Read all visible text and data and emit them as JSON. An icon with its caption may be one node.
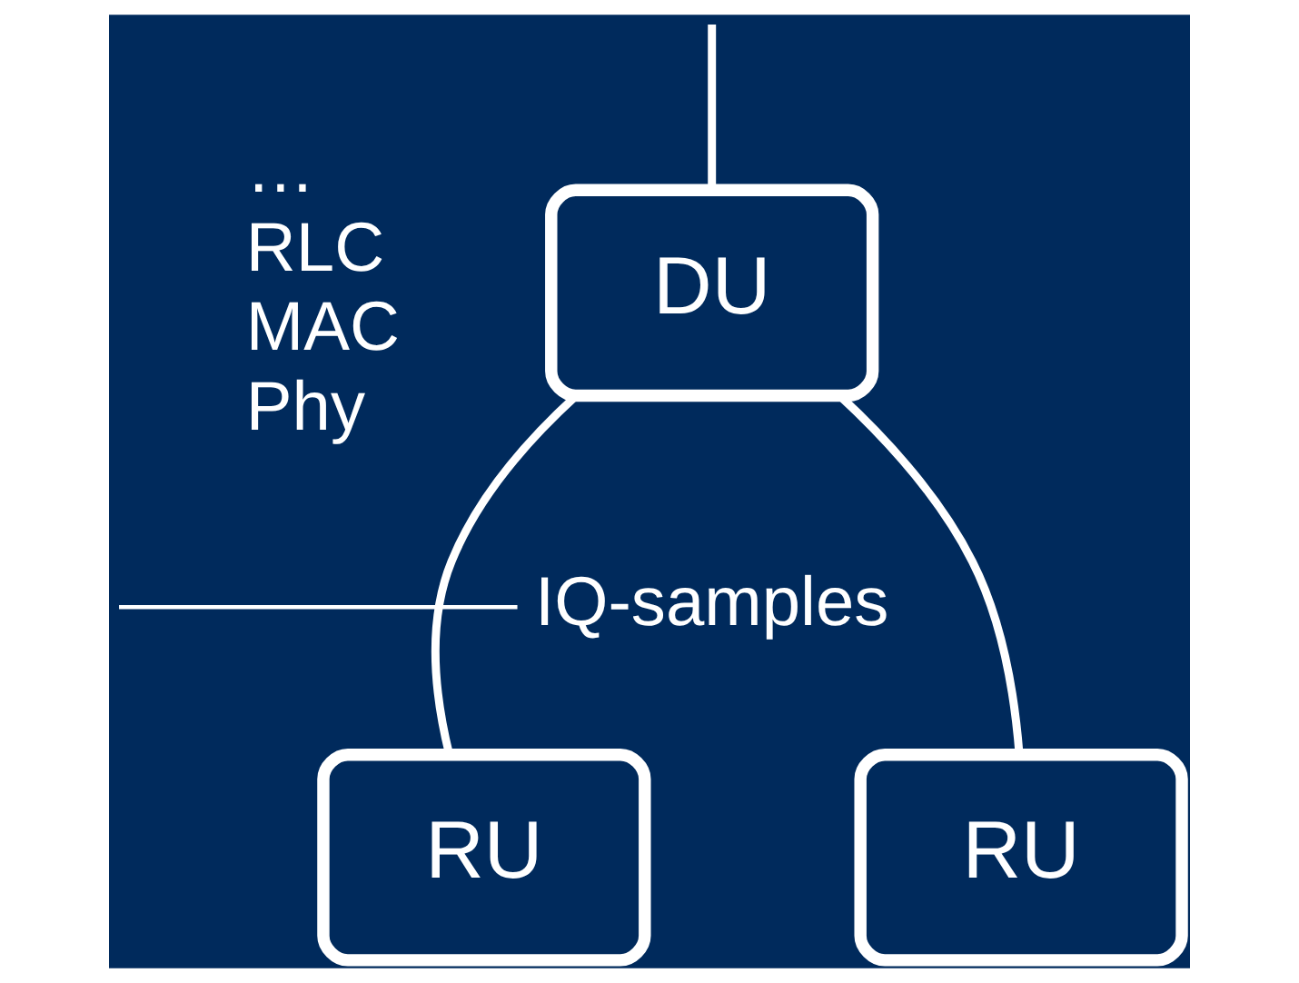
{
  "diagram": {
    "nodes": [
      {
        "text": [
          "DU"
        ]
      },
      {
        "text": [
          "RU"
        ]
      },
      {
        "text": [
          "RU"
        ]
      },
      {
        "text": [
          "IQ-samples"
        ]
      }
    ],
    "edges": [
      {
        "from": null,
        "to": 0,
        "arrow": "none"
      },
      {
        "from": 0,
        "to": 1,
        "arrow": "none"
      },
      {
        "from": 0,
        "to": 2,
        "arrow": "none"
      },
      {
        "from": 3,
        "to": null,
        "arrow": "none"
      }
    ],
    "labels": [
      "…",
      "RLC",
      "MAC",
      "Phy"
    ]
  }
}
